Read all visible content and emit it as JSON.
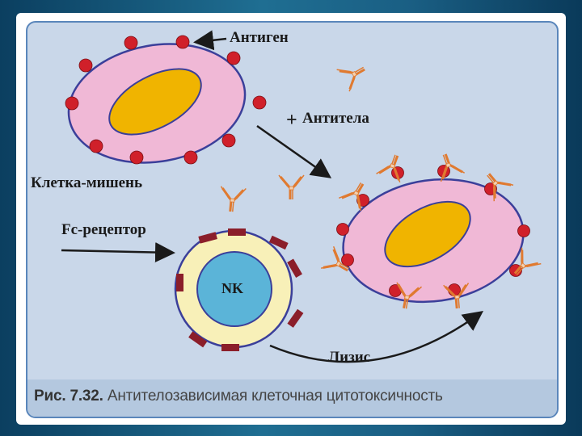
{
  "labels": {
    "antigen": "Антиген",
    "antibodies": "Антитела",
    "plus": "+",
    "target_cell": "Клетка-мишень",
    "fc_receptor": "Fc-рецептор",
    "nk": "NK",
    "lysis": "Лизис"
  },
  "caption": {
    "number": "Рис. 7.32.",
    "text": "Антителозависимая клеточная цитотоксичность"
  },
  "colors": {
    "cell_fill": "#f0b8d6",
    "cell_border": "#3b3f9a",
    "nucleus": "#f0b400",
    "antigen": "#d0202a",
    "antibody": "#e07a30",
    "nk_outer": "#f8f0b8",
    "nk_inner": "#5bb4d8",
    "fc_receptor": "#8b1e2a"
  }
}
